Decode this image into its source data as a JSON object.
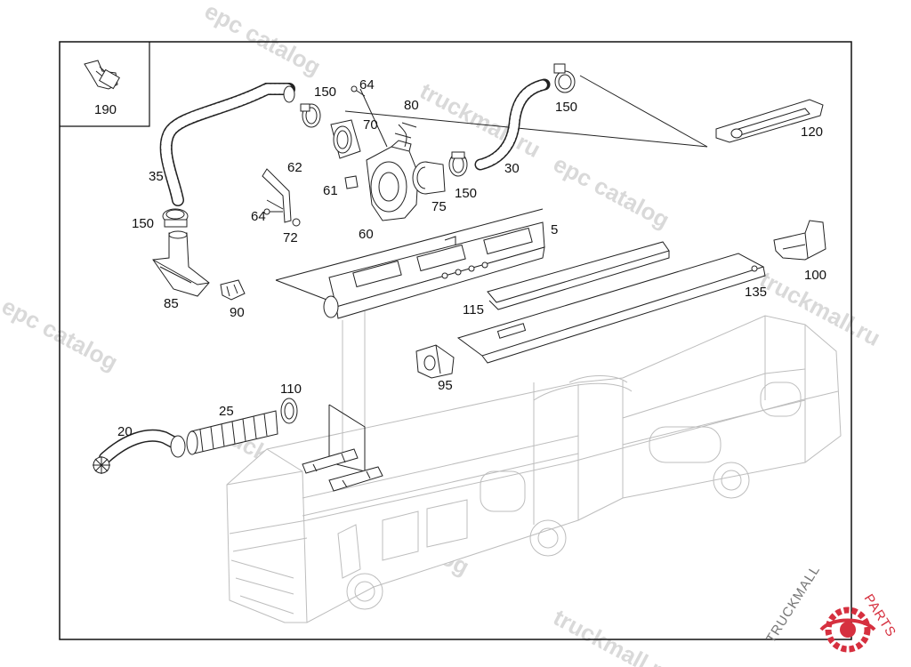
{
  "watermarks": {
    "a": "truckmall.ru",
    "b": "epc catalog"
  },
  "parts": {
    "p190": "190",
    "p150a": "150",
    "p64a": "64",
    "p70": "70",
    "p80": "80",
    "p150b": "150",
    "p120": "120",
    "p35": "35",
    "p62": "62",
    "p61": "61",
    "p30": "30",
    "p150c": "150",
    "p75": "75",
    "p150d": "150",
    "p64b": "64",
    "p72": "72",
    "p60": "60",
    "p5": "5",
    "p100": "100",
    "p85": "85",
    "p90": "90",
    "p135": "135",
    "p115": "115",
    "p95": "95",
    "p110": "110",
    "p25": "25",
    "p20": "20"
  },
  "logo": {
    "text_dark": "TRUCKMALL",
    "text_red": "PARTS",
    "accent": "#d6303f"
  }
}
